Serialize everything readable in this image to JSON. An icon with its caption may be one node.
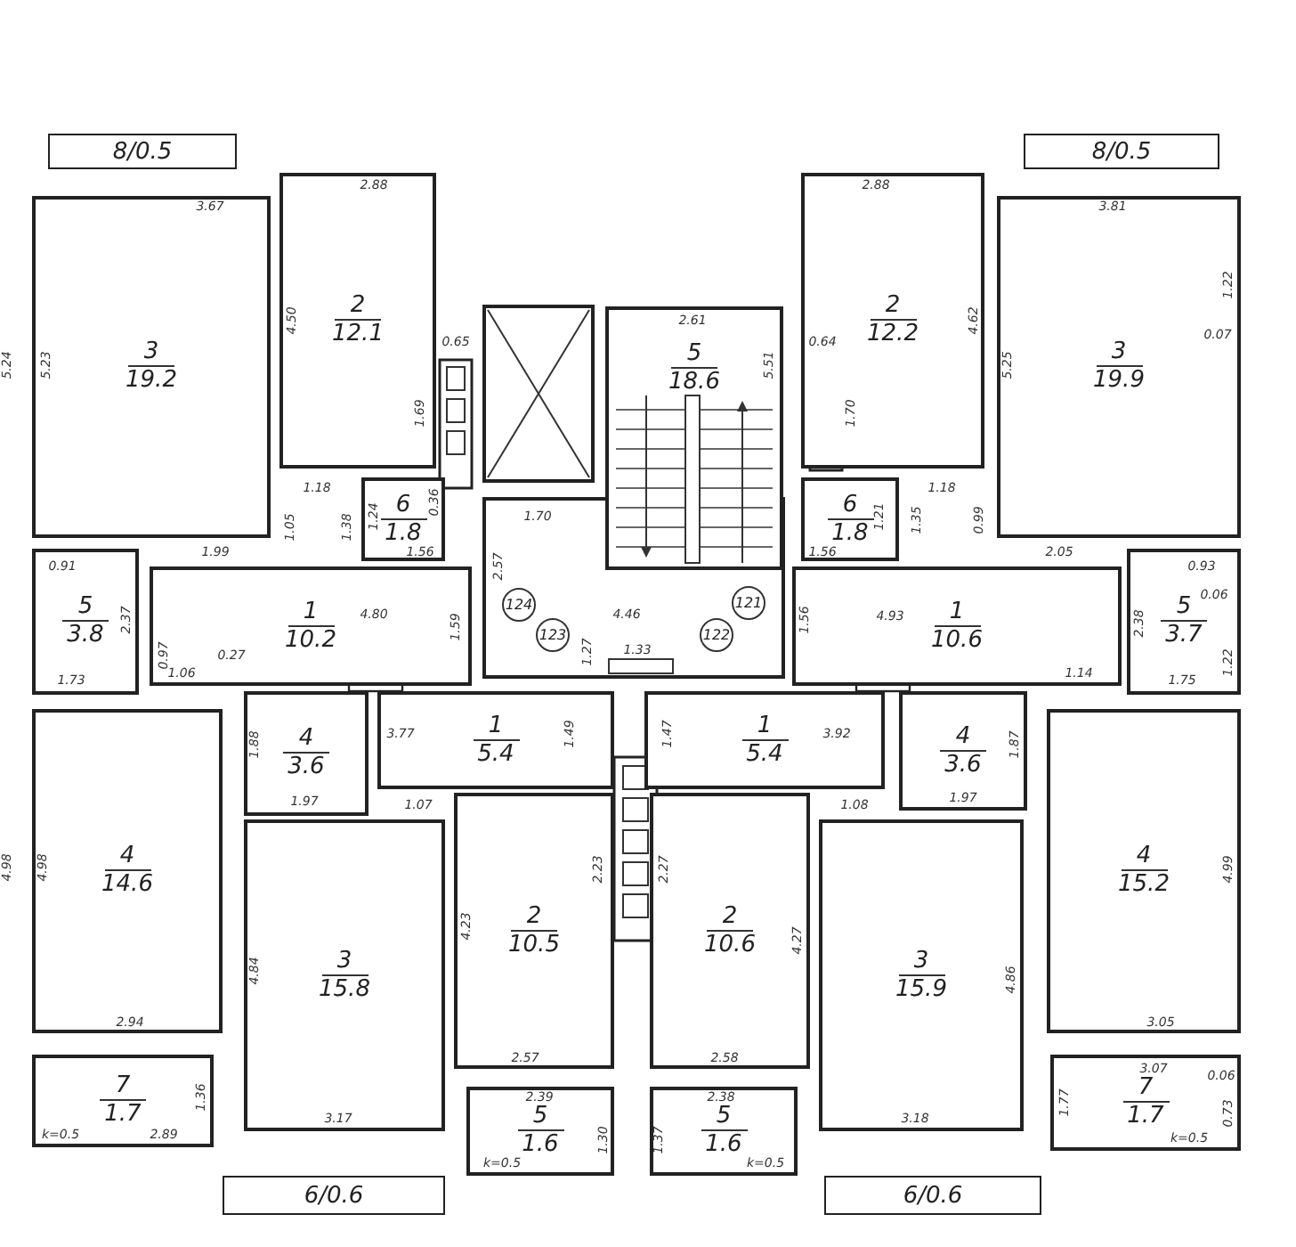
{
  "diagram": {
    "nodes": [
      {
        "text": [
          "8/0.5"
        ]
      },
      {
        "text": [
          "8/0.5"
        ]
      },
      {
        "text": [
          "3",
          "19.2"
        ]
      },
      {
        "text": [
          "2",
          "12.1"
        ]
      },
      {
        "text": [
          "5",
          "18.6"
        ]
      },
      {
        "text": [
          "2",
          "12.2"
        ]
      },
      {
        "text": [
          "3",
          "19.9"
        ]
      },
      {
        "text": [
          "6",
          "1.8"
        ]
      },
      {
        "text": [
          "6",
          "1.8"
        ]
      },
      {
        "text": [
          "5",
          "3.8"
        ]
      },
      {
        "text": [
          "1",
          "10.2"
        ]
      },
      {
        "text": [
          "124"
        ]
      },
      {
        "text": [
          "123"
        ]
      },
      {
        "text": [
          "121"
        ]
      },
      {
        "text": [
          "122"
        ]
      },
      {
        "text": [
          "1",
          "10.6"
        ]
      },
      {
        "text": [
          "5",
          "3.7"
        ]
      },
      {
        "text": [
          "4",
          "3.6"
        ]
      },
      {
        "text": [
          "1",
          "5.4"
        ]
      },
      {
        "text": [
          "1",
          "5.4"
        ]
      },
      {
        "text": [
          "4",
          "3.6"
        ]
      },
      {
        "text": [
          "4",
          "14.6"
        ]
      },
      {
        "text": [
          "3",
          "15.8"
        ]
      },
      {
        "text": [
          "2",
          "10.5"
        ]
      },
      {
        "text": [
          "2",
          "10.6"
        ]
      },
      {
        "text": [
          "3",
          "15.9"
        ]
      },
      {
        "text": [
          "4",
          "15.2"
        ]
      },
      {
        "text": [
          "7",
          "1.7"
        ]
      },
      {
        "text": [
          "7",
          "1.7"
        ]
      },
      {
        "text": [
          "5",
          "1.6"
        ]
      },
      {
        "text": [
          "5",
          "1.6"
        ]
      },
      {
        "text": [
          "6/0.6"
        ]
      },
      {
        "text": [
          "6/0.6"
        ]
      }
    ],
    "labels": [
      "5.24",
      "3.67",
      "2.88",
      "5.23",
      "4.50",
      "0.65",
      "1.69",
      "1.18",
      "1.05",
      "1.38",
      "1.24",
      "1.99",
      "1.56",
      "0.91",
      "2.37",
      "4.80",
      "1.59",
      "0.27",
      "0.97",
      "1.70",
      "2.57",
      "2.61",
      "5.51",
      "4.46",
      "1.33",
      "1.27",
      "0.64",
      "1.70",
      "2.88",
      "3.81",
      "4.62",
      "5.25",
      "1.22",
      "0.07",
      "1.18",
      "1.21",
      "1.35",
      "0.99",
      "1.56",
      "2.05",
      "1.56",
      "4.93",
      "0.93",
      "0.06",
      "2.38",
      "1.22",
      "1.73",
      "1.06",
      "1.14",
      "1.75",
      "1.88",
      "1.97",
      "3.77",
      "1.49",
      "1.47",
      "3.92",
      "1.87",
      "1.97",
      "1.07",
      "1.08",
      "4.98",
      "4.98",
      "4.84",
      "4.23",
      "2.23",
      "2.27",
      "4.27",
      "4.86",
      "4.99",
      "2.94",
      "3.05",
      "2.57",
      "2.58",
      "1.36",
      "k=0.5",
      "2.89",
      "3.17",
      "3.18",
      "2.39",
      "1.30",
      "k=0.5",
      "2.38",
      "1.37",
      "k=0.5",
      "3.07",
      "0.06",
      "1.77",
      "0.73",
      "k=0.5",
      "0.36"
    ]
  }
}
